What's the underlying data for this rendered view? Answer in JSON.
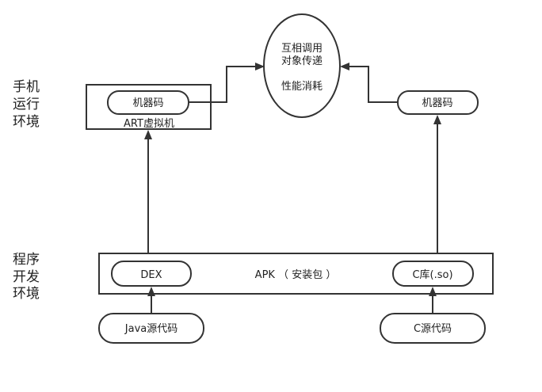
{
  "side_labels": {
    "runtime": [
      "手机",
      "运行",
      "环境"
    ],
    "dev": [
      "程序",
      "开发",
      "环境"
    ]
  },
  "nodes": {
    "center_line1": "互相调用",
    "center_line2": "对象传递",
    "center_line3": "性能消耗",
    "art_machine_code": "机器码",
    "art_vm": "ART虚拟机",
    "native_machine_code": "机器码",
    "dex": "DEX",
    "apk": "APK （ 安装包 ）",
    "c_lib": "C库(.so)",
    "java_source": "Java源代码",
    "c_source": "C源代码"
  },
  "colors": {
    "stroke": "#333333",
    "background": "#ffffff",
    "text": "#222222"
  }
}
